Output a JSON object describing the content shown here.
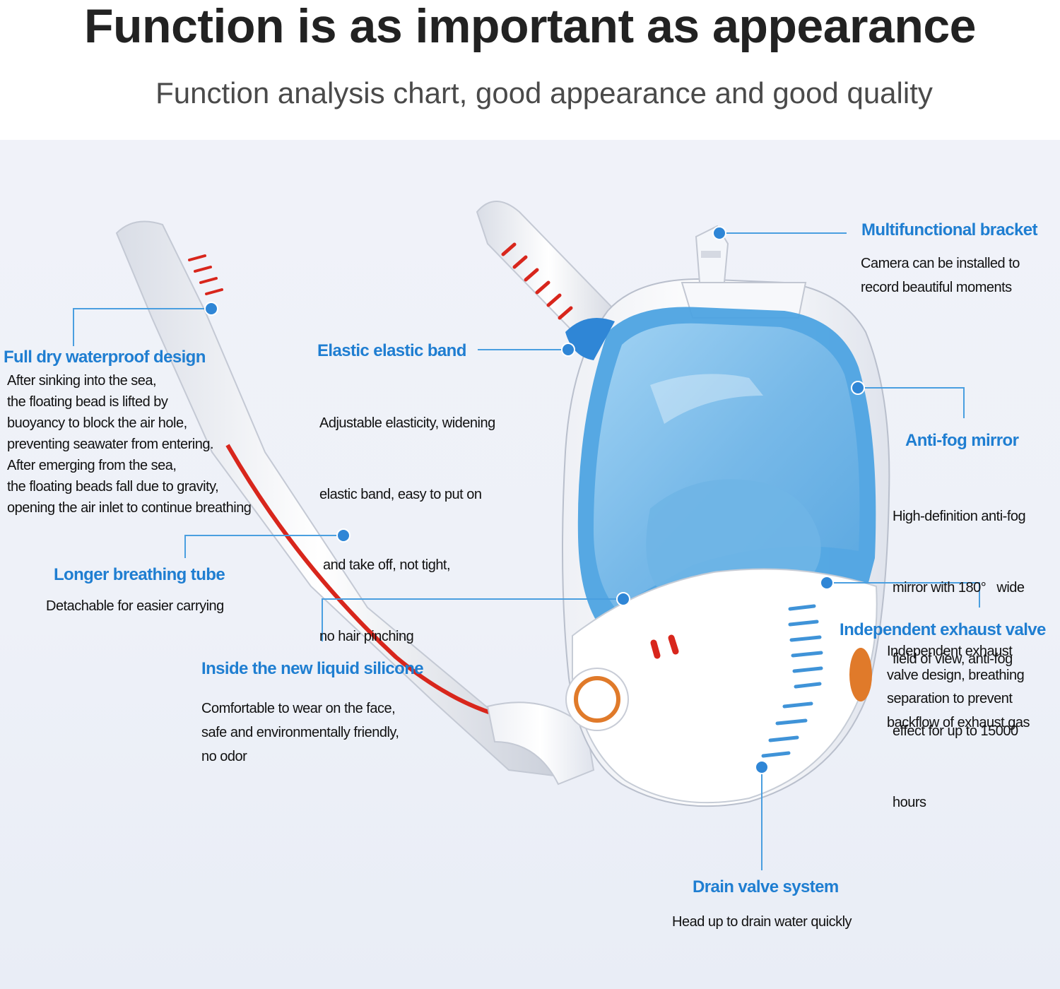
{
  "header": {
    "title": "Function is as important as appearance",
    "subtitle": "Function analysis chart, good appearance and good quality"
  },
  "colors": {
    "accent": "#1f7ed1",
    "callout_line": "#4a9fe0",
    "lens": "#8ec8ef",
    "tube_stripe": "#d8261c",
    "valve_orange": "#e07a2a"
  },
  "callouts": {
    "bracket": {
      "title": "Multifunctional bracket",
      "lines": [
        "Camera can be installed to",
        "record beautiful moments"
      ]
    },
    "dry": {
      "title": "Full dry waterproof design",
      "lines": [
        "After sinking into the sea,",
        "the floating bead is lifted by",
        "buoyancy to block the air hole,",
        "preventing seawater from entering.",
        "After emerging from the sea,",
        "the floating beads fall due to gravity,",
        "opening the air inlet to continue breathing"
      ]
    },
    "band": {
      "title": "Elastic elastic band",
      "lines": [
        "Adjustable elasticity, widening",
        "elastic band, easy to put on",
        " and take off, not tight,",
        "no hair pinching"
      ]
    },
    "fog": {
      "title": "Anti-fog mirror",
      "lines": [
        "High-definition anti-fog",
        "mirror with 180°   wide",
        "field of view, anti-fog",
        "effect for up to 15000",
        "hours"
      ]
    },
    "tube": {
      "title": "Longer breathing tube",
      "lines": [
        "Detachable for easier carrying"
      ]
    },
    "exhaust": {
      "title": "Independent exhaust valve",
      "lines": [
        "Independent exhaust",
        "valve design, breathing",
        "separation to prevent",
        "backflow of exhaust gas"
      ]
    },
    "silicone": {
      "title": "Inside the new liquid silicone",
      "lines": [
        "Comfortable to wear on the face,",
        "safe and environmentally friendly,",
        "no odor"
      ]
    },
    "drain": {
      "title": "Drain valve system",
      "lines": [
        "Head up to drain water quickly"
      ]
    }
  }
}
